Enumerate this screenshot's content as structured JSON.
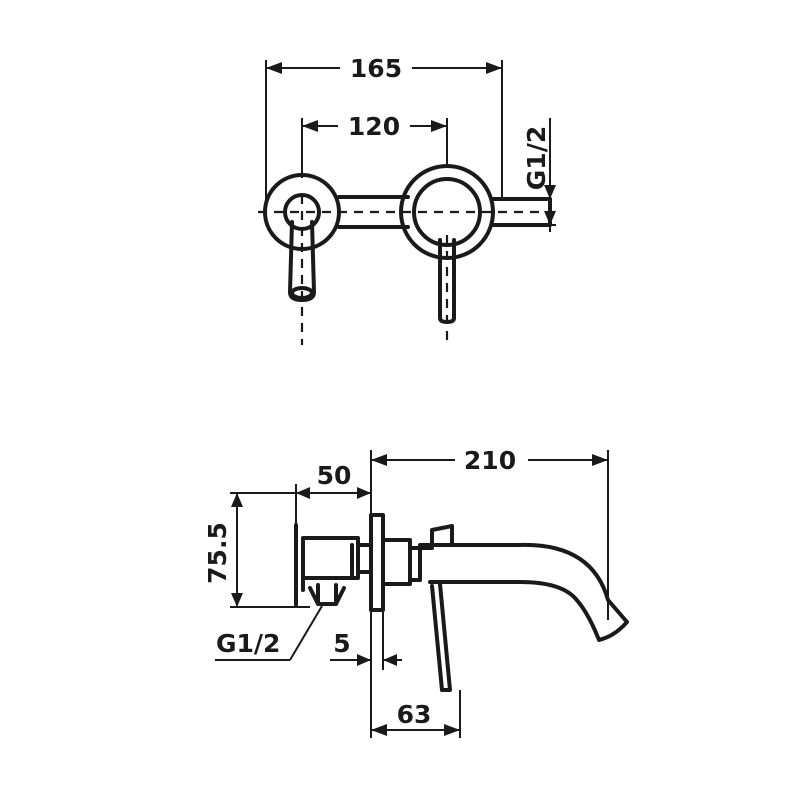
{
  "top_view": {
    "dim_overall": "165",
    "dim_centers": "120",
    "dim_thread": "G1/2"
  },
  "side_view": {
    "dim_projection": "210",
    "dim_body_depth": "50",
    "dim_height": "75.5",
    "dim_thread": "G1/2",
    "dim_plate": "5",
    "dim_lever": "63"
  }
}
